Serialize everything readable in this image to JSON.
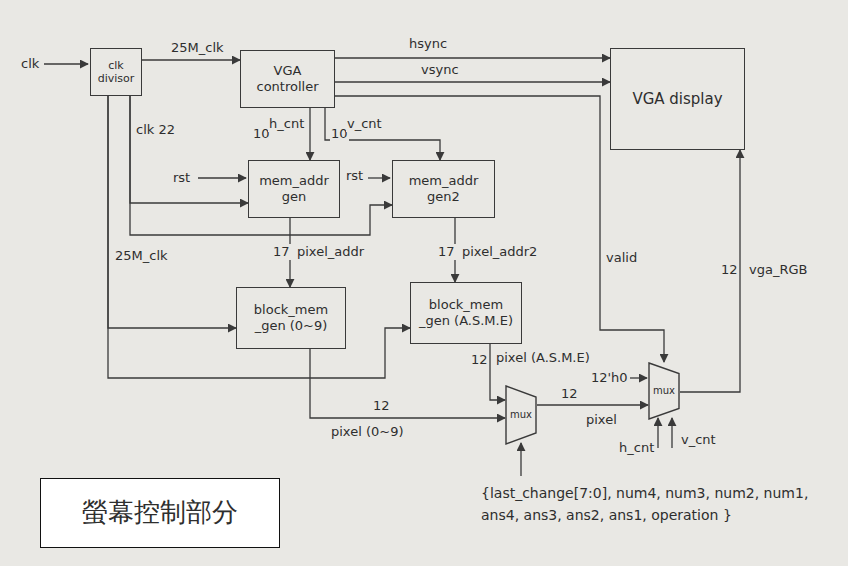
{
  "diagram": {
    "nodes": [
      {
        "text": [
          "clk divisor"
        ]
      },
      {
        "text": [
          "VGA controller"
        ]
      },
      {
        "text": [
          "VGA display"
        ]
      },
      {
        "text": [
          "mem_addr gen"
        ]
      },
      {
        "text": [
          "mem_addr gen2"
        ]
      },
      {
        "text": [
          "block_mem _gen (0~9)"
        ]
      },
      {
        "text": [
          "block_mem _gen (A.S.M.E)"
        ]
      },
      {
        "text": [
          "mux"
        ]
      },
      {
        "text": [
          "mux"
        ]
      },
      {
        "text": [
          "螢幕控制部分"
        ]
      }
    ],
    "edges": [
      {
        "from": 0,
        "to": 1,
        "arrow": "to",
        "label": "25M_clk"
      },
      {
        "from": 1,
        "to": 2,
        "arrow": "to",
        "label": "hsync"
      },
      {
        "from": 1,
        "to": 2,
        "arrow": "to",
        "label": "vsync"
      },
      {
        "from": 1,
        "to": 3,
        "arrow": "to"
      },
      {
        "from": 1,
        "to": 4,
        "arrow": "to"
      },
      {
        "from": 1,
        "to": 8,
        "arrow": "to",
        "label": "valid"
      },
      {
        "from": 0,
        "to": 3,
        "arrow": "to",
        "label": "clk 22"
      },
      {
        "from": 0,
        "to": 4,
        "arrow": "to"
      },
      {
        "from": 3,
        "to": 5,
        "arrow": "to",
        "label": "pixel_addr"
      },
      {
        "from": 4,
        "to": 6,
        "arrow": "to",
        "label": "pixel_addr2"
      },
      {
        "from": 0,
        "to": 5,
        "arrow": "to",
        "label": "25M_clk"
      },
      {
        "from": 0,
        "to": 6,
        "arrow": "to"
      },
      {
        "from": 5,
        "to": 7,
        "arrow": "to",
        "label": "pixel (0~9)"
      },
      {
        "from": 6,
        "to": 7,
        "arrow": "to",
        "label": "pixel (A.S.M.E)"
      },
      {
        "from": 7,
        "to": 8,
        "arrow": "to",
        "label": "pixel"
      },
      {
        "from": 8,
        "to": 2,
        "arrow": "to",
        "label": "vga_RGB"
      }
    ],
    "labels": [
      "clk",
      "10",
      "h_cnt",
      "10",
      "v_cnt",
      "rst",
      "rst",
      "17",
      "17",
      "12",
      "12",
      "12",
      "12'h0",
      "12",
      "h_cnt",
      "v_cnt",
      "{last_change[7:0], num4, num3, num2, num1, ans4, ans3, ans2, ans1, operation }"
    ]
  }
}
